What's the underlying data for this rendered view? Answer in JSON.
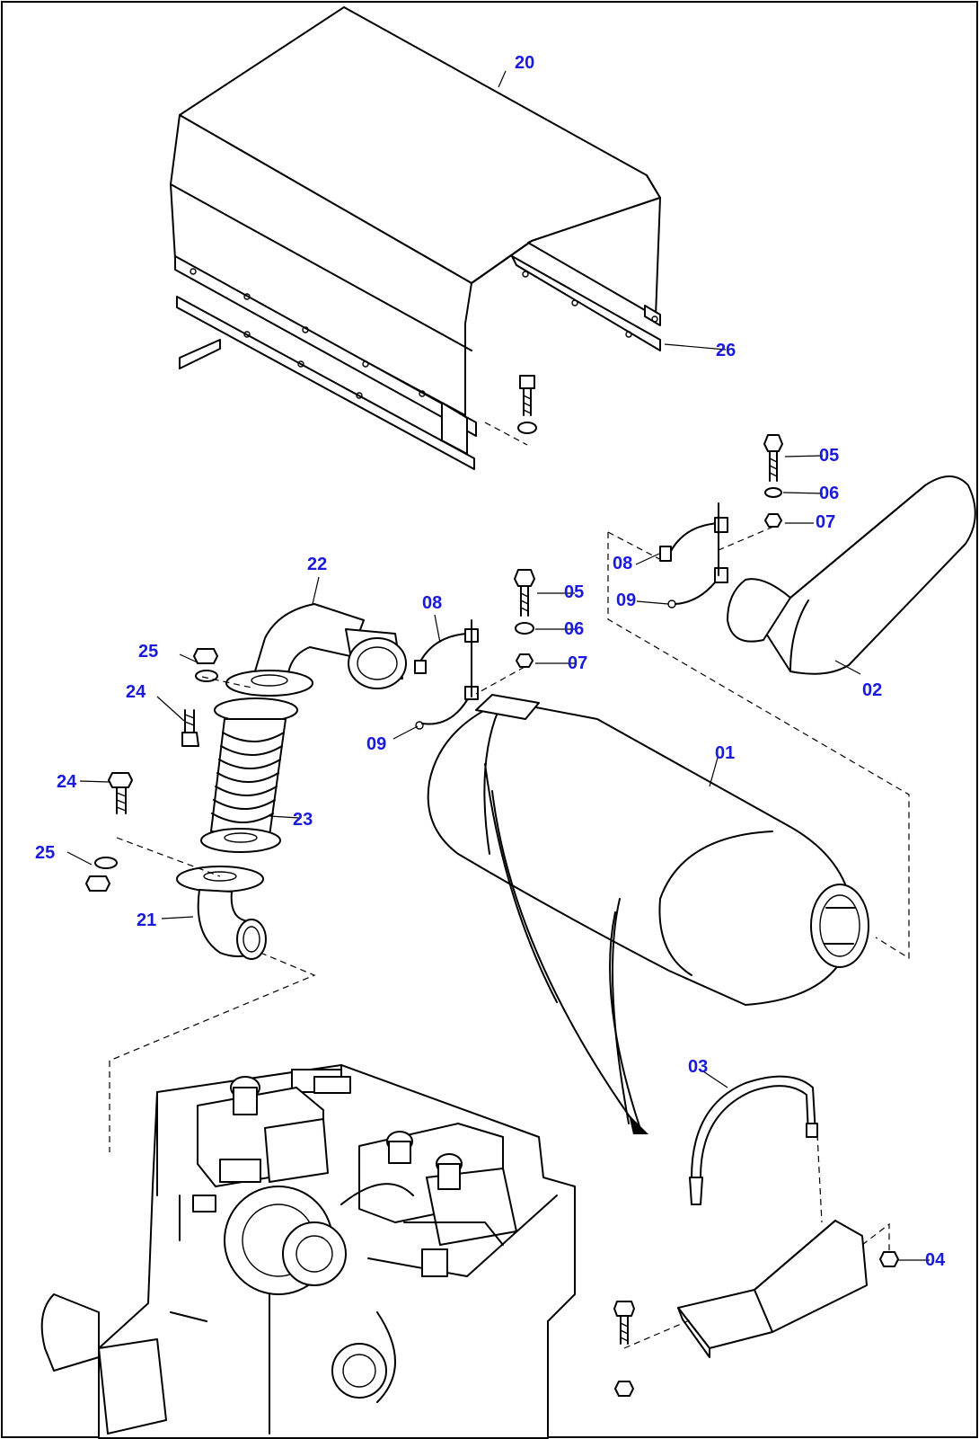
{
  "diagram": {
    "callouts": {
      "c01": "01",
      "c02": "02",
      "c03": "03",
      "c04": "04",
      "c05a": "05",
      "c06a": "06",
      "c07a": "07",
      "c08a": "08",
      "c09a": "09",
      "c05b": "05",
      "c06b": "06",
      "c07b": "07",
      "c08b": "08",
      "c09b": "09",
      "c20": "20",
      "c21": "21",
      "c22": "22",
      "c23": "23",
      "c24a": "24",
      "c24b": "24",
      "c25a": "25",
      "c25b": "25",
      "c26": "26"
    },
    "colors": {
      "callout": "#1a1adc",
      "line": "#000000",
      "background": "#ffffff"
    }
  }
}
